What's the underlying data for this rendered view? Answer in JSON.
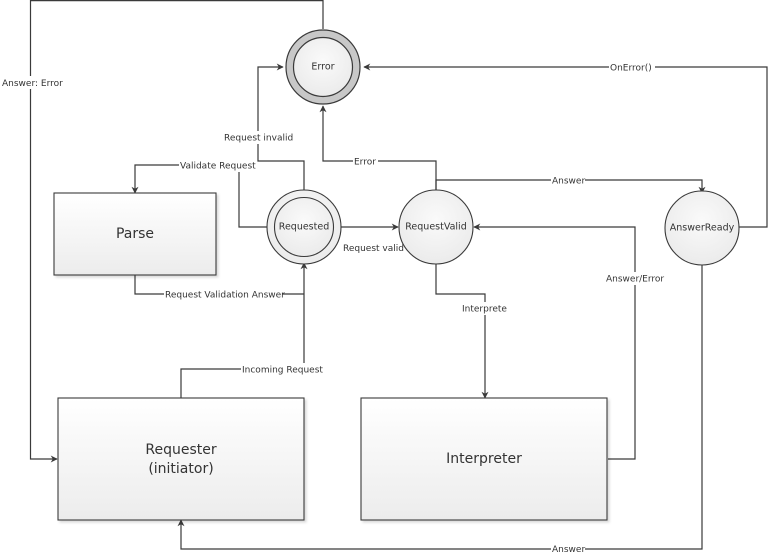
{
  "diagram": {
    "type": "state-diagram",
    "nodes": {
      "error": {
        "label": "Error",
        "shape": "double-circle-thick"
      },
      "requested": {
        "label": "Requested",
        "shape": "double-circle"
      },
      "request_valid": {
        "label": "RequestValid",
        "shape": "circle"
      },
      "answer_ready": {
        "label": "AnswerReady",
        "shape": "circle"
      },
      "parse": {
        "label": "Parse",
        "shape": "box"
      },
      "requester": {
        "label_line1": "Requester",
        "label_line2": "(initiator)",
        "shape": "box"
      },
      "interpreter": {
        "label": "Interpreter",
        "shape": "box"
      }
    },
    "edges": {
      "answer_error": {
        "label": "Answer: Error",
        "from": "Error",
        "to": "Requester (initiator)"
      },
      "on_error": {
        "label": "OnError()",
        "from": "AnswerReady",
        "to": "Error"
      },
      "request_invalid": {
        "label": "Request invalid",
        "from": "Requested",
        "to": "Error"
      },
      "error": {
        "label": "Error",
        "from": "RequestValid",
        "to": "Error"
      },
      "validate_request": {
        "label": "Validate Request",
        "from": "Requested",
        "to": "Parse"
      },
      "answer_top": {
        "label": "Answer",
        "from": "RequestValid",
        "to": "AnswerReady"
      },
      "request_valid": {
        "label": "Request valid",
        "from": "Requested",
        "to": "RequestValid"
      },
      "request_validation_answer": {
        "label": "Request Validation Answer",
        "from": "Parse",
        "to": "Requested"
      },
      "answer_slash_error": {
        "label": "Answer/Error",
        "from": "Interpreter",
        "to": "RequestValid"
      },
      "interprete": {
        "label": "Interprete",
        "from": "RequestValid",
        "to": "Interpreter"
      },
      "incoming_request": {
        "label": "Incoming Request",
        "from": "Requester (initiator)",
        "to": "Requested"
      },
      "answer_bottom": {
        "label": "Answer",
        "from": "AnswerReady",
        "to": "Requester (initiator)"
      }
    }
  }
}
